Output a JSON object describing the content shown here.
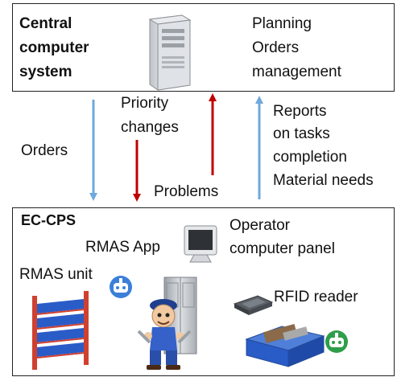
{
  "top_box": {
    "title_lines": [
      "Central",
      "computer",
      "system"
    ],
    "functions": [
      "Planning",
      "Orders",
      "management"
    ]
  },
  "flows": {
    "orders": "Orders",
    "priority_lines": [
      "Priority",
      "changes"
    ],
    "problems": "Problems",
    "reports_lines": [
      "Reports",
      "on tasks",
      "completion",
      "Material needs"
    ]
  },
  "bottom_box": {
    "title": "EC-CPS",
    "rmas_app": "RMAS App",
    "operator_lines": [
      "Operator",
      "computer panel"
    ],
    "rmas_unit": "RMAS unit",
    "rfid": "RFID reader"
  },
  "colors": {
    "blue_arrow": "#6fa8dc",
    "red_arrow": "#c00000",
    "rack_frame": "#d04030",
    "bins": "#2a5cc8",
    "robot_badge": "#3b7fd9",
    "green_badge": "#2e9e4a"
  },
  "icons": [
    "server-icon",
    "monitor-icon",
    "robot-icon",
    "rack-icon",
    "cabinet-icon",
    "worker-icon",
    "rfid-reader-icon",
    "crate-icon"
  ]
}
